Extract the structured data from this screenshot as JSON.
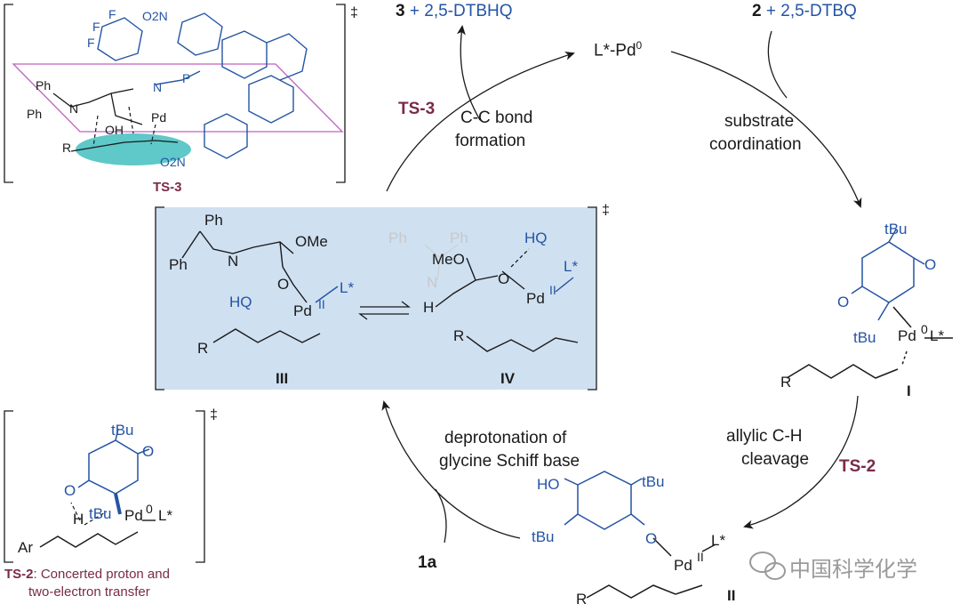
{
  "cycle": {
    "top_left_products": {
      "compound": "3",
      "plus": "+",
      "reagent": "2,5-DTBHQ"
    },
    "top_right_reagents": {
      "compound": "2",
      "plus": "+",
      "reagent": "2,5-DTBQ"
    },
    "catalyst": "L*-Pd",
    "catalyst_ox": "0",
    "step_cc": [
      "C-C bond",
      "formation"
    ],
    "step_cc_ts": "TS-3",
    "step_coord": [
      "substrate",
      "coordination"
    ],
    "step_ch": [
      "allylic C-H",
      "cleavage"
    ],
    "step_ch_ts": "TS-2",
    "step_deprot": [
      "deprotonation  of",
      "glycine Schiff base"
    ],
    "substrate_in": "1a",
    "intermediates": {
      "I": "I",
      "II": "II",
      "III": "III",
      "IV": "IV"
    }
  },
  "ts3_panel": {
    "label": "TS-3",
    "dagger": "‡"
  },
  "ts2_panel": {
    "label": "TS-2",
    "caption_rest": ": Concerted proton and",
    "caption_line2": "two-electron transfer",
    "dagger": "‡"
  },
  "center_panel": {
    "dagger": "‡"
  },
  "watermark": "中国科学化学",
  "atoms": {
    "tBu": "tBu",
    "O": "O",
    "Ph": "Ph",
    "N": "N",
    "OMe": "OMe",
    "MeO": "MeO",
    "HQ": "HQ",
    "HO": "HO",
    "Pd": "Pd",
    "L": "L*",
    "R": "R",
    "Ar": "Ar",
    "H": "H",
    "F": "F",
    "O2N": "O2N",
    "P": "P",
    "OH": "OH",
    "II": "II",
    "zero": "0"
  },
  "colors": {
    "blue": "#2454a4",
    "maroon": "#7a2a4a",
    "panel": "#cfe0f1",
    "plane": "#c060c0",
    "teal": "#2ab5b5"
  }
}
